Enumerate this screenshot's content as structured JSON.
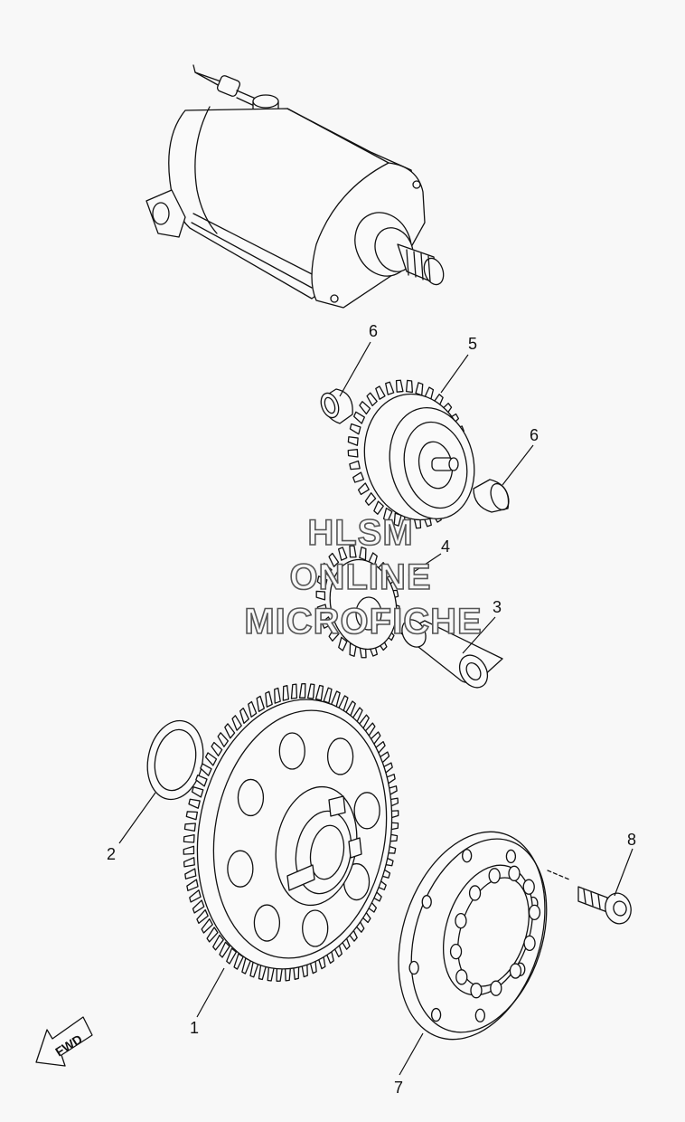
{
  "callouts": {
    "c1": "1",
    "c2": "2",
    "c3": "3",
    "c4": "4",
    "c5": "5",
    "c6a": "6",
    "c6b": "6",
    "c7": "7",
    "c8": "8"
  },
  "watermark": {
    "line1": "HLSM",
    "line2": "ONLINE",
    "line3": "MICROFICHE"
  },
  "fwd_label": "FWD",
  "colors": {
    "background": "#f8f8f8",
    "line": "#111111",
    "watermark_outline": "#555555"
  }
}
